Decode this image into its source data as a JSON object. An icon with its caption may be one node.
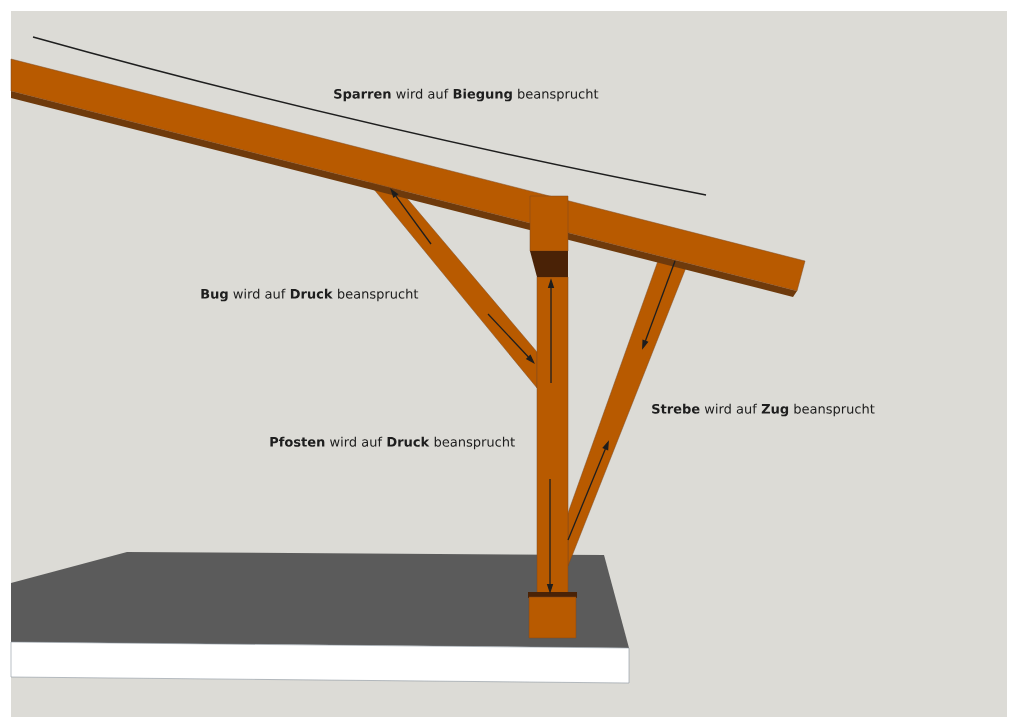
{
  "diagram": {
    "labels": [
      "**Sparren** wird auf **Biegung** beansprucht",
      "**Bug** wird auf **Druck** beansprucht",
      "**Strebe** wird auf **Zug** beansprucht",
      "**Pfosten** wird auf **Druck** beansprucht"
    ]
  }
}
